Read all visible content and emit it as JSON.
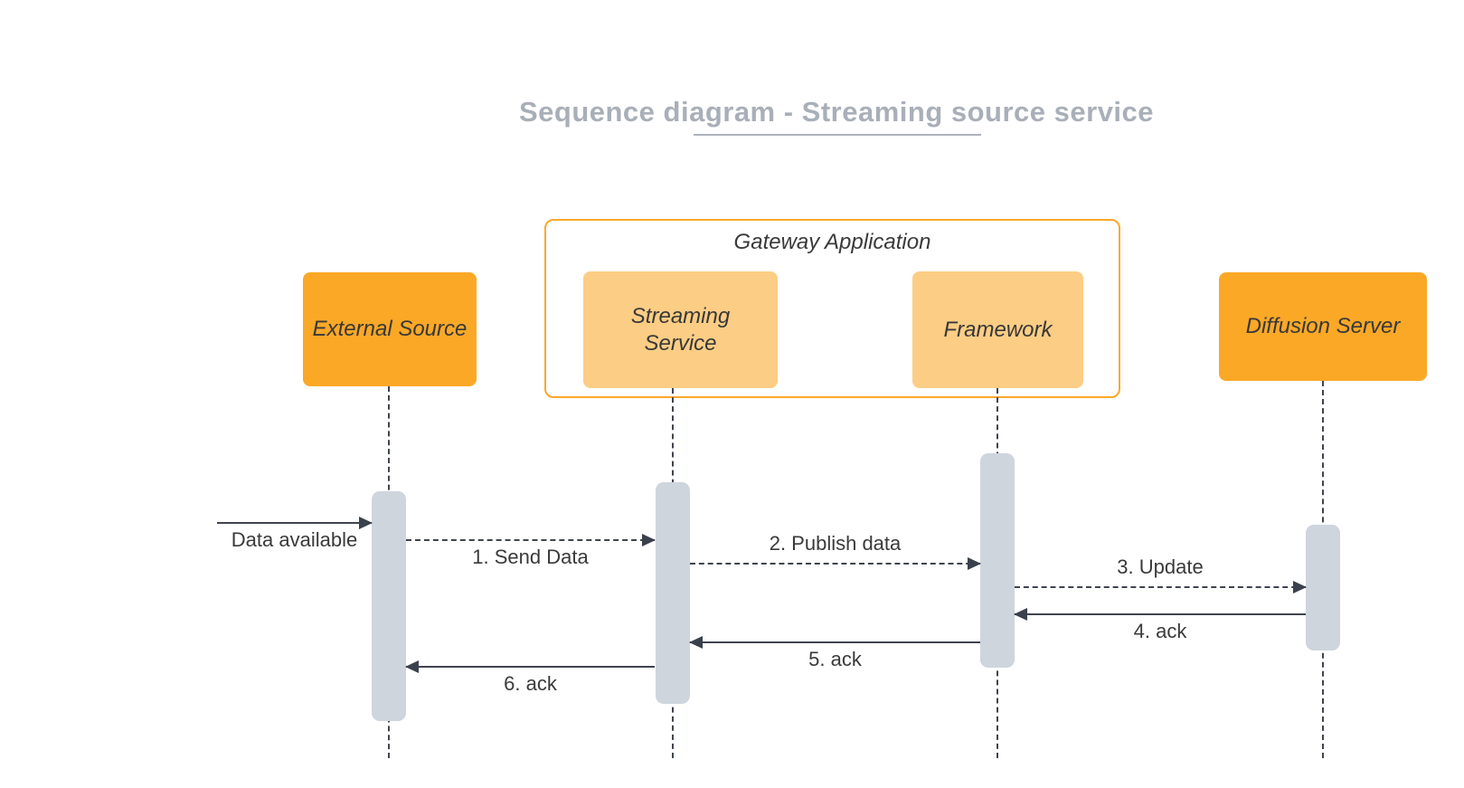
{
  "title": {
    "text": "Sequence diagram - Streaming source service"
  },
  "gateway": {
    "label": "Gateway Application"
  },
  "actors": [
    {
      "id": "external-source",
      "label": "External Source",
      "variant": "dark"
    },
    {
      "id": "streaming-service",
      "label": "Streaming Service",
      "variant": "light"
    },
    {
      "id": "framework",
      "label": "Framework",
      "variant": "light"
    },
    {
      "id": "diffusion-server",
      "label": "Diffusion Server",
      "variant": "dark"
    }
  ],
  "messages": [
    {
      "label": "Data available",
      "style": "solid",
      "direction": "right",
      "from": "outside",
      "to": "external-source"
    },
    {
      "label": "1. Send Data",
      "style": "dashed",
      "direction": "right",
      "from": "external-source",
      "to": "streaming-service"
    },
    {
      "label": "2. Publish data",
      "style": "dashed",
      "direction": "right",
      "from": "streaming-service",
      "to": "framework"
    },
    {
      "label": "3. Update",
      "style": "dashed",
      "direction": "right",
      "from": "framework",
      "to": "diffusion-server"
    },
    {
      "label": "4. ack",
      "style": "solid",
      "direction": "left",
      "from": "diffusion-server",
      "to": "framework"
    },
    {
      "label": "5. ack",
      "style": "solid",
      "direction": "left",
      "from": "framework",
      "to": "streaming-service"
    },
    {
      "label": "6. ack",
      "style": "solid",
      "direction": "left",
      "from": "streaming-service",
      "to": "external-source"
    }
  ],
  "colors": {
    "actor_dark_fill": "#FBA827",
    "actor_light_fill": "#FCCD84",
    "gateway_border": "#FBA829",
    "activation_fill": "#CED5DD",
    "line_color": "#3F4450",
    "title_color": "#A9AFB8",
    "text_color": "#3A3A3A"
  }
}
